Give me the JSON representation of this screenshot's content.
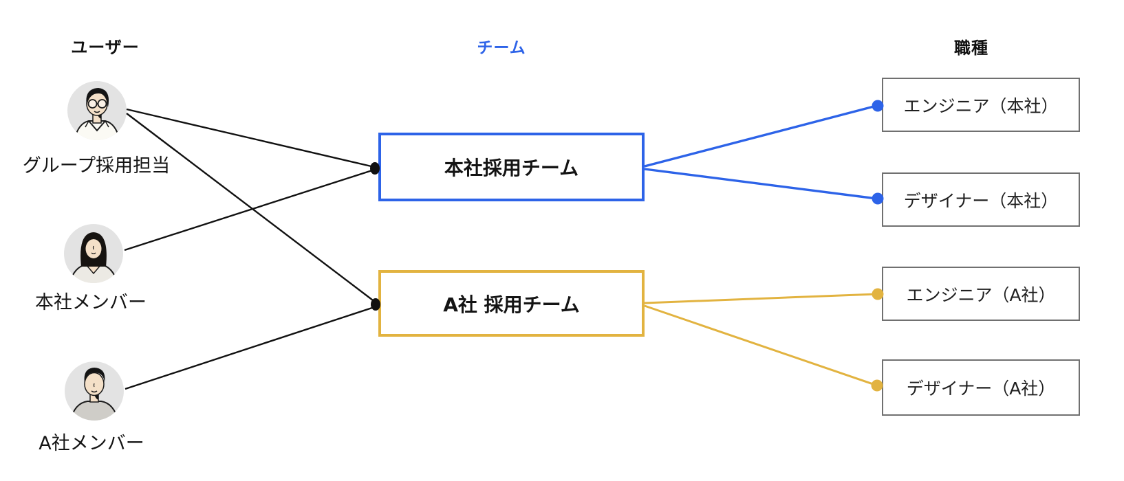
{
  "headers": {
    "users": "ユーザー",
    "teams": "チーム",
    "roles": "職種"
  },
  "users": [
    {
      "label": "グループ採用担当",
      "avatar": "man-glasses-avatar"
    },
    {
      "label": "本社メンバー",
      "avatar": "woman-bob-avatar"
    },
    {
      "label": "A社メンバー",
      "avatar": "man-short-hair-avatar"
    }
  ],
  "teams": [
    {
      "label": "本社採用チーム",
      "border_color": "#2d63e8"
    },
    {
      "label": "A社 採用チーム",
      "border_color": "#e2b340"
    }
  ],
  "roles": [
    {
      "label": "エンジニア（本社）",
      "accent": "#2d63e8"
    },
    {
      "label": "デザイナー（本社）",
      "accent": "#2d63e8"
    },
    {
      "label": "エンジニア（A社）",
      "accent": "#e2b340"
    },
    {
      "label": "デザイナー（A社）",
      "accent": "#e2b340"
    }
  ],
  "connections": {
    "user_to_team": [
      {
        "from": "グループ採用担当",
        "to": "本社採用チーム",
        "color": "#111111"
      },
      {
        "from": "グループ採用担当",
        "to": "A社 採用チーム",
        "color": "#111111"
      },
      {
        "from": "本社メンバー",
        "to": "本社採用チーム",
        "color": "#111111"
      },
      {
        "from": "A社メンバー",
        "to": "A社 採用チーム",
        "color": "#111111"
      }
    ],
    "team_to_role": [
      {
        "from": "本社採用チーム",
        "to": "エンジニア（本社）",
        "color": "#2d63e8"
      },
      {
        "from": "本社採用チーム",
        "to": "デザイナー（本社）",
        "color": "#2d63e8"
      },
      {
        "from": "A社 採用チーム",
        "to": "エンジニア（A社）",
        "color": "#e2b340"
      },
      {
        "from": "A社 採用チーム",
        "to": "デザイナー（A社）",
        "color": "#e2b340"
      }
    ]
  },
  "colors": {
    "background": "#ffffff",
    "accent_blue": "#2d63e8",
    "accent_yellow": "#e2b340",
    "line_black": "#111111",
    "box_border": "#707070",
    "avatar_bg": "#e3e3e3",
    "skin": "#f4e0c8"
  }
}
